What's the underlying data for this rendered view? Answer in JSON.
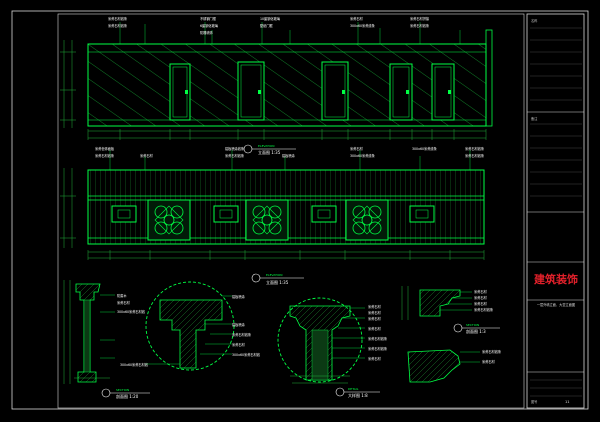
{
  "colors": {
    "background": "#000000",
    "frame": "#d8d8d8",
    "wall_line": "#00ff44",
    "dim_line": "#1fae3a",
    "annotation": "#ffffff",
    "title_bubble": "#ffffff",
    "logo_red": "#e0202a",
    "hatch": "#0f7a26"
  },
  "elevation_1": {
    "title": "立面图 1:35",
    "tag": "ELEVATION",
    "annotations": [
      "米黄石材线条",
      "米黄石材线条",
      "不锈钢门框",
      "6厘钢化玻璃",
      "防雕墙饰",
      "10厘钢化玻璃",
      "壁纸门框",
      "米黄石材",
      "300x60米黄线条",
      "米黄石材拼接",
      "米黄石材线条"
    ]
  },
  "elevation_2": {
    "title": "立面图 1:35",
    "tag": "ELEVATION",
    "annotations": [
      "米黄色饰面板",
      "米黄石材线条",
      "米黄石材",
      "铝板喷涂线条",
      "米黄石材线条",
      "铝板喷涂",
      "米黄石材",
      "300x60米黄线条",
      "300x60米黄线条",
      "米黄石材线条",
      "米黄石材线条"
    ]
  },
  "section_left": {
    "title": "剖面图 1:20",
    "tag": "SECTION",
    "annotations": [
      "防腐木",
      "米黄石材",
      "300x60米黄石材线",
      "铝板喷涂",
      "铝板喷涂",
      "米黄石材线条",
      "米黄石材",
      "300x60米黄石材线",
      "300x60米黄石材线"
    ]
  },
  "detail_mid": {
    "title": "大样图 1:8",
    "tag": "DETAIL",
    "annotations": [
      "米黄石材",
      "米黄石材",
      "米黄石材",
      "米黄石材",
      "米黄石材线条",
      "米黄石材线条",
      "米黄石材"
    ]
  },
  "section_right": {
    "title": "剖面图 1:3",
    "tag": "SECTION",
    "annotations": [
      "米黄石材",
      "米黄石材",
      "米黄石材",
      "米黄石材线条",
      "米黄石材线条",
      "米黄石材"
    ]
  },
  "title_block": {
    "logo_text": "建筑装饰",
    "drawing_name": "一层外墙立面、大堂立面图",
    "sheet_no": "11",
    "labels": [
      "名称",
      "备注",
      "图号"
    ]
  }
}
